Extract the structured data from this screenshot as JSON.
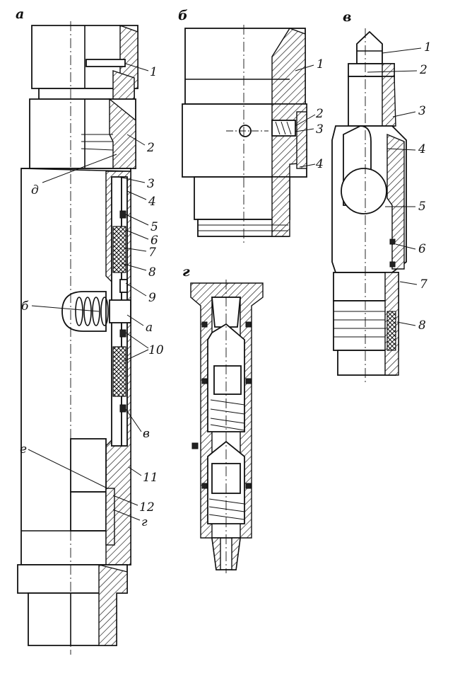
{
  "panels": {
    "a": {
      "title": "а",
      "callouts": [
        "1",
        "2",
        "д",
        "3",
        "4",
        "5",
        "6",
        "7",
        "8",
        "б",
        "9",
        "а",
        "10",
        "в",
        "е",
        "11",
        "12",
        "г"
      ]
    },
    "b": {
      "title": "б",
      "callouts": [
        "1",
        "2",
        "3",
        "4"
      ]
    },
    "v": {
      "title": "в",
      "callouts": [
        "1",
        "2",
        "3",
        "4",
        "5",
        "6",
        "7",
        "8"
      ]
    },
    "g": {
      "title": "г"
    }
  }
}
